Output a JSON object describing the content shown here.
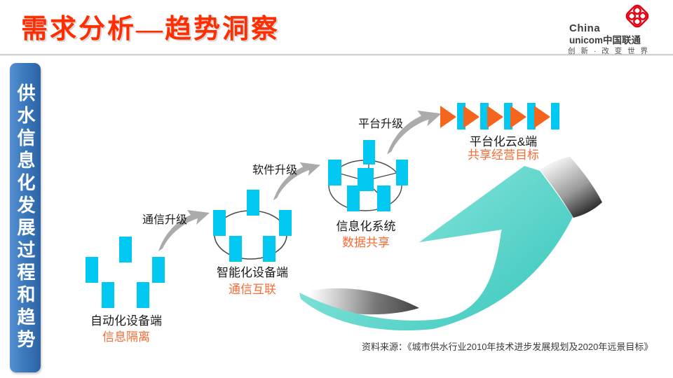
{
  "slide": {
    "title": "需求分析—趋势洞察",
    "logo": {
      "brand_en_1": "China",
      "brand_en_2": "unicom",
      "brand_cn": "中国联通",
      "slogan": "创 新 · 改 变 世 界"
    },
    "sidebar": {
      "label": "供水信息化发展过程和趋势"
    },
    "stages": [
      {
        "name": "自动化设备端",
        "feature": "信息隔离"
      },
      {
        "name": "智能化设备端",
        "feature": "通信互联"
      },
      {
        "name": "信息化系统",
        "feature": "数据共享"
      },
      {
        "name": "平台化云&端",
        "feature": "共享经营目标"
      }
    ],
    "transitions": [
      {
        "label": "通信升级"
      },
      {
        "label": "软件升级"
      },
      {
        "label": "平台升级"
      }
    ],
    "source": "资料来源：《城市供水行业2010年技术进步发展规划及2020年远景目标》",
    "colors": {
      "accent_cyan": "#00C8F0",
      "accent_orange": "#F4661E",
      "orange_text": "#F96B35",
      "title_red": "#FF2D00",
      "sidebar_blue_light": "#5590D1",
      "sidebar_blue_dark": "#2D63A5",
      "big_arrow_teal": "#5FD6CB",
      "unicom_red": "#E60012"
    }
  }
}
